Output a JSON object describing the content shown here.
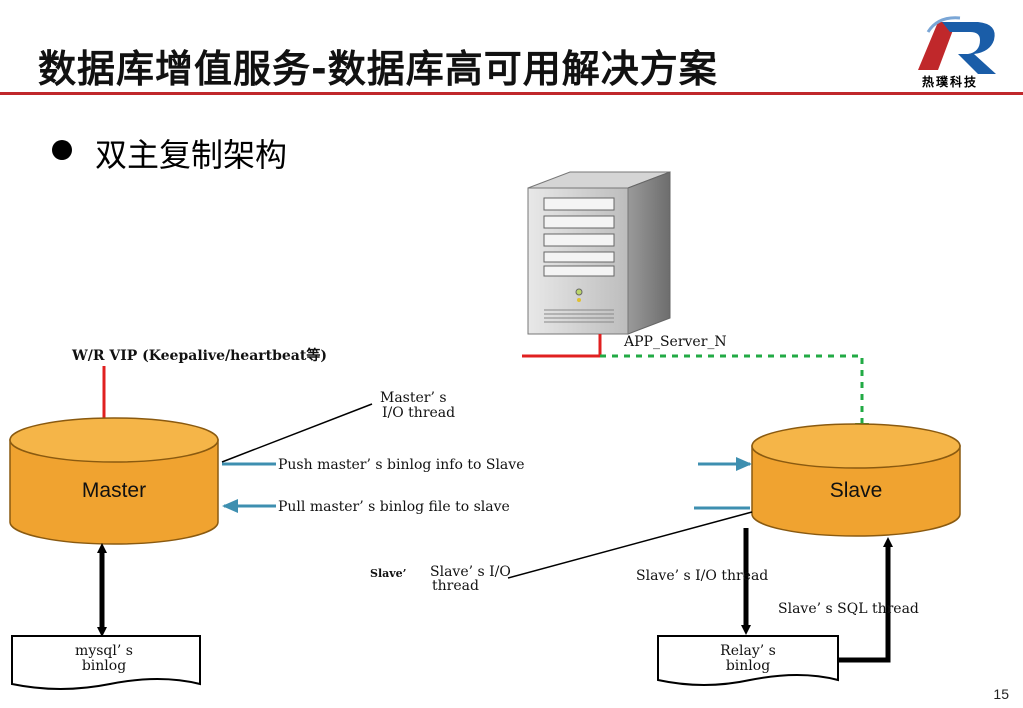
{
  "slide": {
    "title": "数据库增值服务-数据库高可用解决方案",
    "bullet": "双主复制架构",
    "page_number": "15"
  },
  "logo": {
    "letter": "R",
    "text": "热璞科技",
    "accent": "#1a5da8",
    "secondary": "#c0282b"
  },
  "diagram": {
    "app_server_label": "APP_Server_N",
    "vip_label": "W/R VIP (Keepalive/heartbeat等)",
    "master_label": "Master",
    "slave_label": "Slave",
    "master_io_line1": "Master’ s",
    "master_io_line2": "I/O thread",
    "push_label": "Push master’ s binlog info to Slave",
    "pull_label": "Pull master’ s binlog file to slave",
    "slave_io_left_line1": "Slave’ s I/O",
    "slave_io_left_line2": "thread",
    "slave_io_right": "Slave’ s I/O thread",
    "slave_sql": "Slave’ s SQL thread",
    "mysql_binlog_line1": "mysql’ s",
    "mysql_binlog_line2": "binlog",
    "relay_log_line1": "Relay’ s",
    "relay_log_line2": "binlog",
    "colors": {
      "db_fill": "#f0a330",
      "vip_line": "#e02020",
      "dash_line": "#22aa44",
      "arrow_teal": "#3e8fb0"
    }
  }
}
